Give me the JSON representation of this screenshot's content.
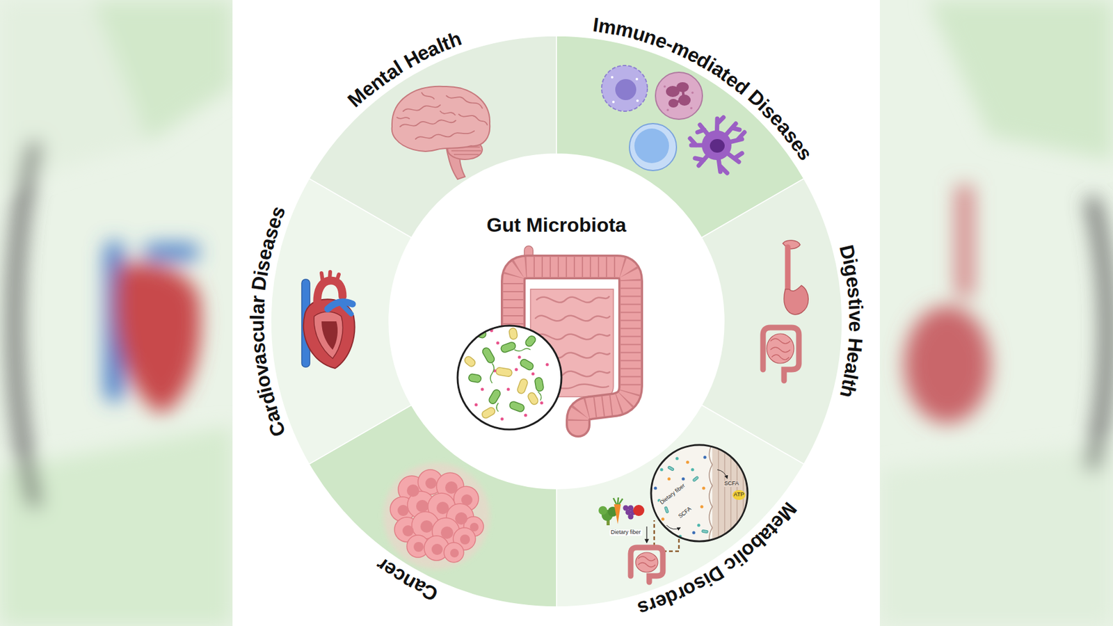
{
  "diagram": {
    "nodes": [
      {
        "text": [
          "Gut Microbiota"
        ]
      },
      {
        "text": [
          "Mental Health"
        ]
      },
      {
        "text": [
          "Immune-mediated Diseases"
        ]
      },
      {
        "text": [
          "Digestive Health"
        ]
      },
      {
        "text": [
          "Metabolic Disorders"
        ]
      },
      {
        "text": [
          "Cancer"
        ]
      },
      {
        "text": [
          "Cardiovascular Diseases"
        ]
      }
    ],
    "labels": [
      "SCFA",
      "Dietary fiber",
      "SCFA",
      "ATP",
      "Dietary fiber"
    ]
  }
}
